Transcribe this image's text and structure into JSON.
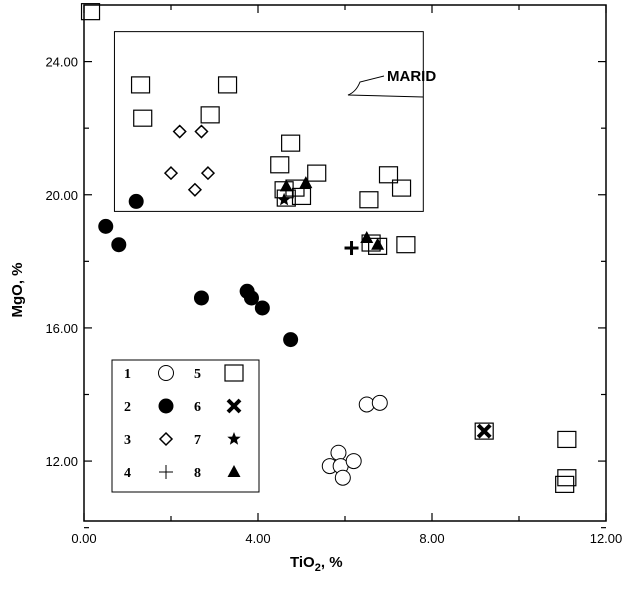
{
  "chart_data": {
    "type": "scatter",
    "xlabel": "TiO2, %",
    "ylabel": "MgO, %",
    "xlim": [
      0,
      12
    ],
    "ylim": [
      10.2,
      25.7
    ],
    "x_ticks": [
      "0.00",
      "4.00",
      "8.00",
      "12.00"
    ],
    "y_ticks": [
      "12.00",
      "16.00",
      "20.00",
      "24.00"
    ],
    "annotation": "MARID",
    "marid_box": {
      "x": [
        0.7,
        7.8
      ],
      "y": [
        19.5,
        24.9
      ]
    },
    "legend": [
      {
        "label": "1",
        "symbol": "circle-open"
      },
      {
        "label": "2",
        "symbol": "circle-filled"
      },
      {
        "label": "3",
        "symbol": "diamond-open"
      },
      {
        "label": "4",
        "symbol": "plus-thin"
      },
      {
        "label": "5",
        "symbol": "square-open"
      },
      {
        "label": "6",
        "symbol": "x-bold"
      },
      {
        "label": "7",
        "symbol": "star-filled"
      },
      {
        "label": "8",
        "symbol": "triangle-filled"
      }
    ],
    "series": [
      {
        "symbol": "circle-open",
        "points": [
          [
            5.65,
            11.85
          ],
          [
            5.85,
            12.25
          ],
          [
            5.9,
            11.85
          ],
          [
            5.95,
            11.5
          ],
          [
            6.2,
            12.0
          ],
          [
            6.5,
            13.7
          ],
          [
            6.8,
            13.75
          ]
        ]
      },
      {
        "symbol": "circle-filled",
        "points": [
          [
            0.5,
            19.05
          ],
          [
            0.8,
            18.5
          ],
          [
            1.2,
            19.8
          ],
          [
            2.7,
            16.9
          ],
          [
            3.75,
            17.1
          ],
          [
            3.85,
            16.9
          ],
          [
            4.1,
            16.6
          ],
          [
            4.75,
            15.65
          ]
        ]
      },
      {
        "symbol": "diamond-open",
        "points": [
          [
            2.0,
            20.65
          ],
          [
            2.2,
            21.9
          ],
          [
            2.55,
            20.15
          ],
          [
            2.7,
            21.9
          ],
          [
            2.85,
            20.65
          ]
        ]
      },
      {
        "symbol": "plus-bold",
        "points": [
          [
            6.15,
            18.4
          ]
        ]
      },
      {
        "symbol": "square-open",
        "points": [
          [
            0.15,
            25.5
          ],
          [
            1.3,
            23.3
          ],
          [
            1.35,
            22.3
          ],
          [
            2.9,
            22.4
          ],
          [
            3.3,
            23.3
          ],
          [
            4.5,
            20.9
          ],
          [
            4.6,
            20.15
          ],
          [
            4.65,
            19.9
          ],
          [
            4.75,
            21.55
          ],
          [
            4.85,
            20.2
          ],
          [
            5.0,
            19.95
          ],
          [
            5.35,
            20.65
          ],
          [
            6.55,
            19.85
          ],
          [
            6.6,
            18.55
          ],
          [
            6.75,
            18.45
          ],
          [
            7.0,
            20.6
          ],
          [
            7.3,
            20.2
          ],
          [
            7.4,
            18.5
          ],
          [
            9.2,
            12.9
          ],
          [
            11.05,
            11.3
          ],
          [
            11.1,
            11.5
          ],
          [
            11.1,
            12.65
          ]
        ]
      },
      {
        "symbol": "x-bold",
        "points": [
          [
            9.2,
            12.9
          ]
        ]
      },
      {
        "symbol": "star-filled",
        "points": [
          [
            4.6,
            19.85
          ]
        ]
      },
      {
        "symbol": "triangle-filled",
        "points": [
          [
            4.65,
            20.25
          ],
          [
            5.1,
            20.35
          ],
          [
            6.5,
            18.7
          ],
          [
            6.75,
            18.5
          ]
        ]
      }
    ]
  }
}
